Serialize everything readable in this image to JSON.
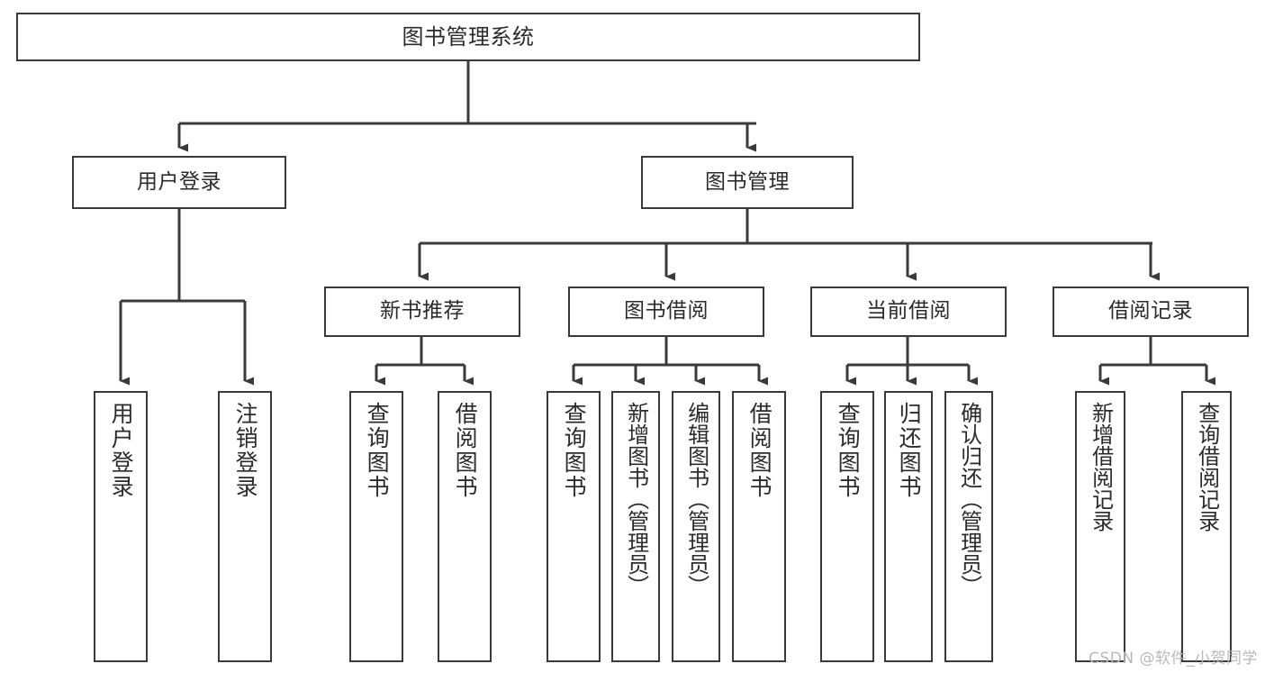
{
  "diagram": {
    "title": "图书管理系统",
    "type": "tree",
    "watermark": "CSDN @软件_小贺同学",
    "colors": {
      "box_border": "#3a3a3a",
      "box_fill": "#ffffff",
      "edge": "#3a3a3a",
      "text": "#2b2b2b",
      "watermark": "#b9b9b9",
      "background": "#ffffff"
    },
    "nodes": {
      "root": {
        "label": "图书管理系统"
      },
      "level2": [
        {
          "id": "user-login",
          "label": "用户登录"
        },
        {
          "id": "book-manage",
          "label": "图书管理"
        }
      ],
      "level3": [
        {
          "id": "new-book-rec",
          "label": "新书推荐"
        },
        {
          "id": "book-borrow",
          "label": "图书借阅"
        },
        {
          "id": "current-borrow",
          "label": "当前借阅"
        },
        {
          "id": "borrow-record",
          "label": "借阅记录"
        }
      ],
      "leaves": {
        "user-login": [
          {
            "id": "leaf-user-login",
            "label": "用户登录"
          },
          {
            "id": "leaf-logout",
            "label": "注销登录"
          }
        ],
        "new-book-rec": [
          {
            "id": "leaf-query-book-1",
            "label": "查询图书"
          },
          {
            "id": "leaf-borrow-book-1",
            "label": "借阅图书"
          }
        ],
        "book-borrow": [
          {
            "id": "leaf-query-book-2",
            "label": "查询图书"
          },
          {
            "id": "leaf-add-book",
            "label": "新增图书（管理员）"
          },
          {
            "id": "leaf-edit-book",
            "label": "编辑图书（管理员）"
          },
          {
            "id": "leaf-borrow-book-2",
            "label": "借阅图书"
          }
        ],
        "current-borrow": [
          {
            "id": "leaf-query-book-3",
            "label": "查询图书"
          },
          {
            "id": "leaf-return-book",
            "label": "归还图书"
          },
          {
            "id": "leaf-confirm-return",
            "label": "确认归还（管理员）"
          }
        ],
        "borrow-record": [
          {
            "id": "leaf-add-record",
            "label": "新增借阅记录"
          },
          {
            "id": "leaf-query-record",
            "label": "查询借阅记录"
          }
        ]
      }
    }
  }
}
